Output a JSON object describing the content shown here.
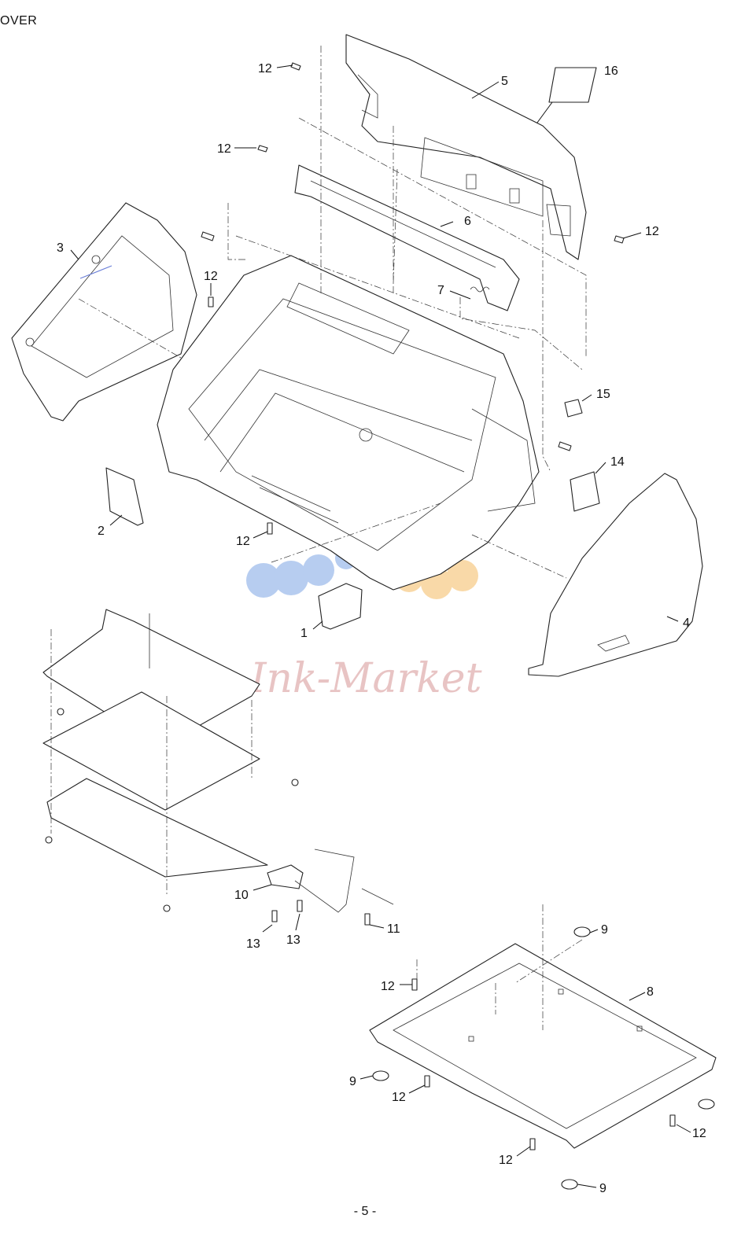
{
  "header": {
    "section_title": "OVER"
  },
  "footer": {
    "page_number": "- 5 -"
  },
  "watermark": {
    "text": "Ink-Market",
    "dot_colors": [
      "#b7cdf0",
      "#f9d9a8"
    ]
  },
  "callouts": [
    {
      "id": "c-16",
      "label": "16"
    },
    {
      "id": "c-5",
      "label": "5"
    },
    {
      "id": "c-12a",
      "label": "12"
    },
    {
      "id": "c-12b",
      "label": "12"
    },
    {
      "id": "c-6",
      "label": "6"
    },
    {
      "id": "c-12c",
      "label": "12"
    },
    {
      "id": "c-3",
      "label": "3"
    },
    {
      "id": "c-12d",
      "label": "12"
    },
    {
      "id": "c-7",
      "label": "7"
    },
    {
      "id": "c-15",
      "label": "15"
    },
    {
      "id": "c-14",
      "label": "14"
    },
    {
      "id": "c-2",
      "label": "2"
    },
    {
      "id": "c-12e",
      "label": "12"
    },
    {
      "id": "c-1",
      "label": "1"
    },
    {
      "id": "c-4",
      "label": "4"
    },
    {
      "id": "c-10",
      "label": "10"
    },
    {
      "id": "c-11",
      "label": "11"
    },
    {
      "id": "c-13a",
      "label": "13"
    },
    {
      "id": "c-13b",
      "label": "13"
    },
    {
      "id": "c-9a",
      "label": "9"
    },
    {
      "id": "c-8",
      "label": "8"
    },
    {
      "id": "c-12f",
      "label": "12"
    },
    {
      "id": "c-9b",
      "label": "9"
    },
    {
      "id": "c-12g",
      "label": "12"
    },
    {
      "id": "c-12h",
      "label": "12"
    },
    {
      "id": "c-12i",
      "label": "12"
    },
    {
      "id": "c-9c",
      "label": "9"
    }
  ]
}
